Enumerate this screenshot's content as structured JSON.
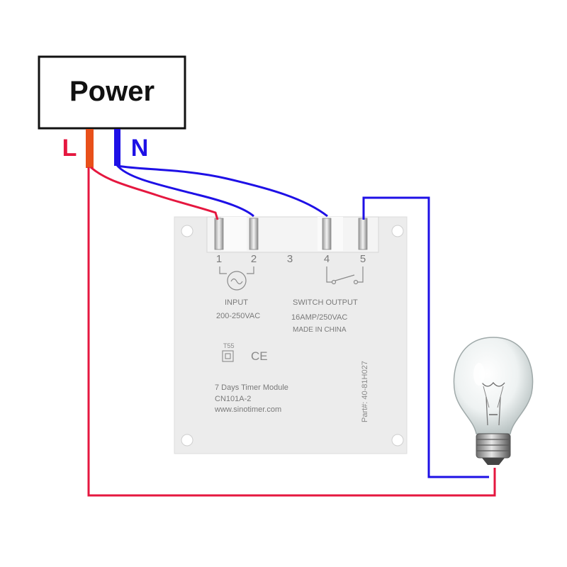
{
  "power_box": {
    "label": "Power"
  },
  "wire_labels": {
    "live": "L",
    "neutral": "N"
  },
  "colors": {
    "live": "#e5173f",
    "live_terminal": "#e8501a",
    "neutral": "#1e10e6",
    "module_body": "#ececec",
    "module_text": "#7a7a7a"
  },
  "module": {
    "terminals": [
      "1",
      "2",
      "3",
      "4",
      "5"
    ],
    "input_title": "INPUT",
    "input_voltage": "200-250VAC",
    "output_title": "SWITCH OUTPUT",
    "output_rating": "16AMP/250VAC",
    "origin": "MADE IN CHINA",
    "temp_rating": "T55",
    "ce_mark": "CE",
    "product_name": "7 Days Timer Module",
    "model": "CN101A-2",
    "website": "www.sinotimer.com",
    "part_number": "Part#: 40-81H027"
  },
  "load": {
    "icon": "light-bulb-icon"
  }
}
